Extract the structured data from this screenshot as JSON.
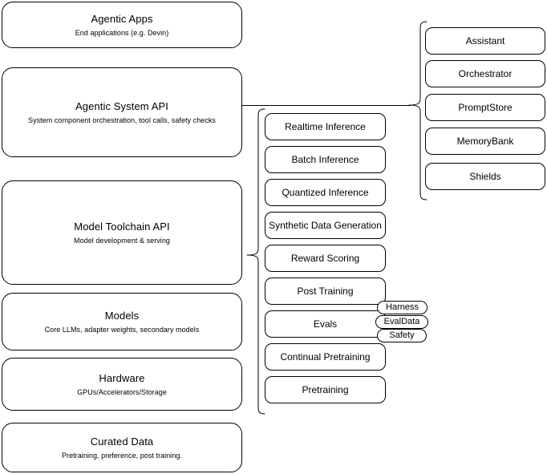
{
  "diagram": {
    "title": "AI Stack Layered Architecture",
    "colors": {
      "stroke": "#000000",
      "background": "#ffffff",
      "text": "#000000"
    },
    "layers": [
      {
        "title": "Agentic Apps",
        "subtitle": "End applications (e.g. Devin)"
      },
      {
        "title": "Agentic System API",
        "subtitle": "System component orchestration, tool calls, safety checks"
      },
      {
        "title": "Model Toolchain API",
        "subtitle": "Model development & serving"
      },
      {
        "title": "Models",
        "subtitle": "Core LLMs, adapter weights, secondary models"
      },
      {
        "title": "Hardware",
        "subtitle": "GPUs/Accelerators/Storage"
      },
      {
        "title": "Curated Data",
        "subtitle": "Pretraining, preference, post training."
      }
    ],
    "toolchain_components": [
      {
        "label": "Realtime Inference"
      },
      {
        "label": "Batch Inference"
      },
      {
        "label": "Quantized Inference"
      },
      {
        "label": "Synthetic Data Generation"
      },
      {
        "label": "Reward Scoring"
      },
      {
        "label": "Post Training"
      },
      {
        "label": "Evals"
      },
      {
        "label": "Continual Pretraining"
      },
      {
        "label": "Pretraining"
      }
    ],
    "system_components": [
      {
        "label": "Assistant"
      },
      {
        "label": "Orchestrator"
      },
      {
        "label": "PromptStore"
      },
      {
        "label": "MemoryBank"
      },
      {
        "label": "Shields"
      }
    ],
    "evals_subcomponents": [
      {
        "label": "Harness"
      },
      {
        "label": "EvalData"
      },
      {
        "label": "Safety"
      }
    ]
  }
}
